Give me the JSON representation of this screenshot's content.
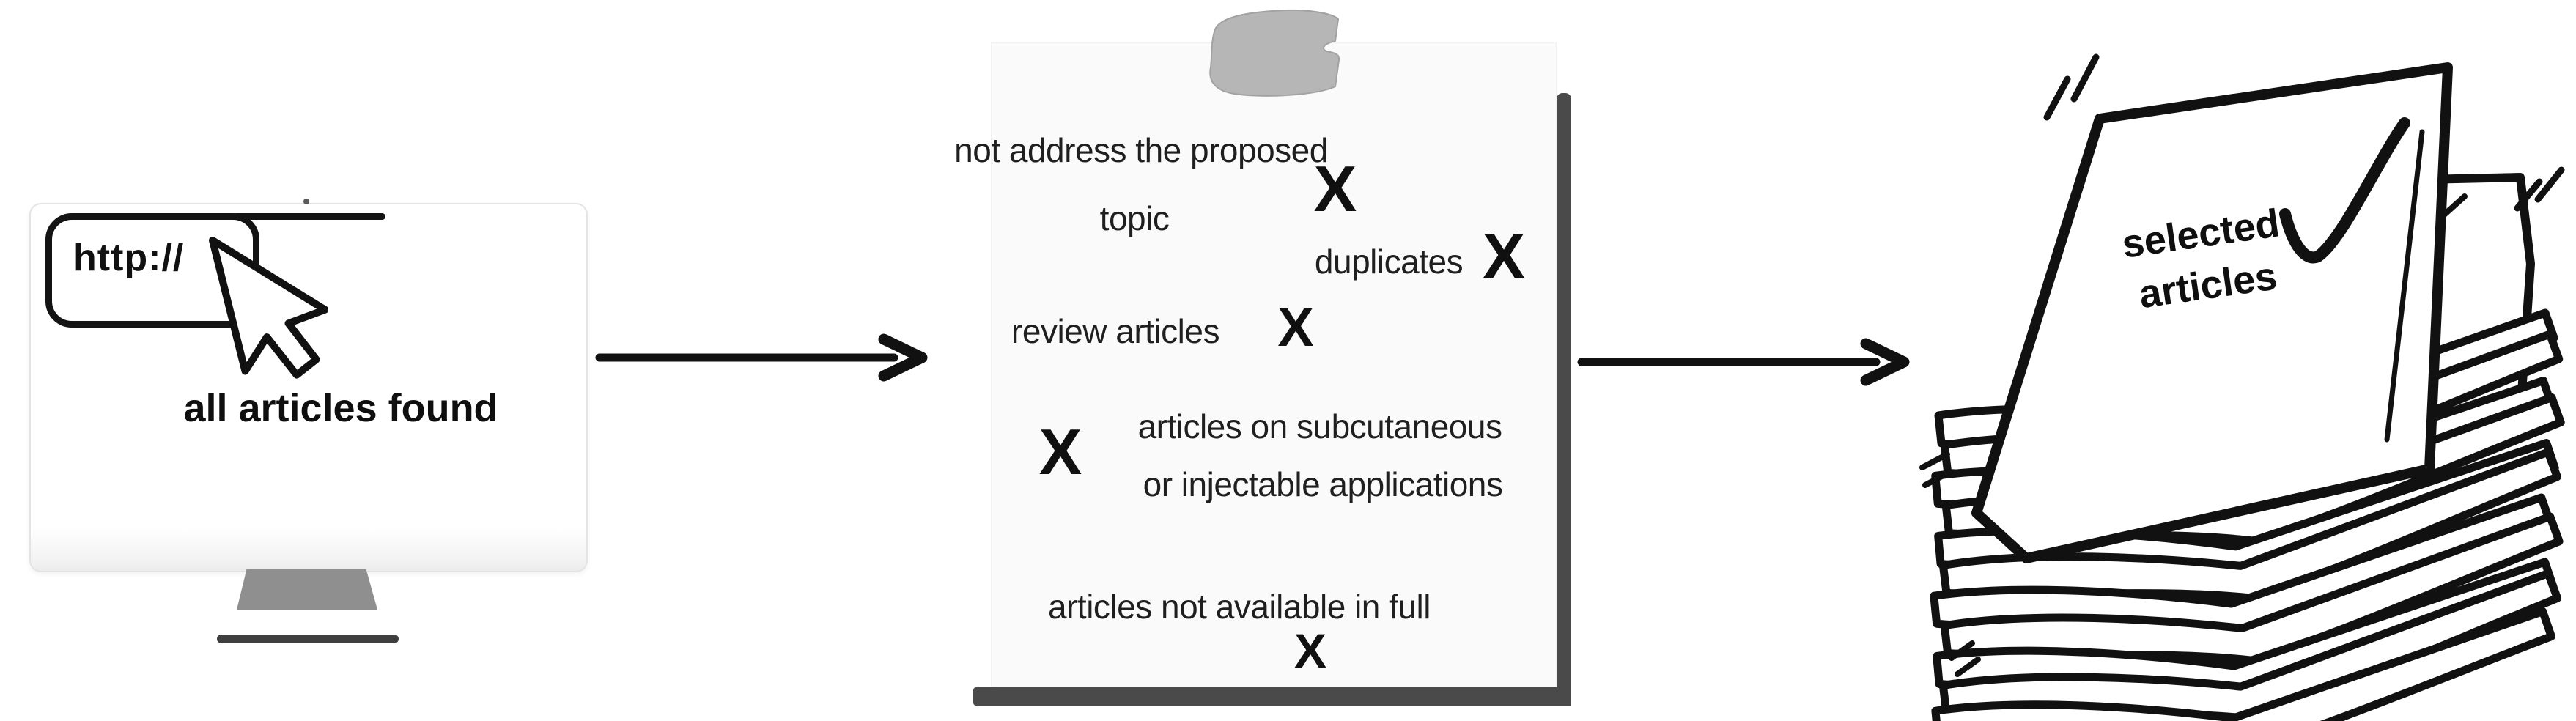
{
  "diagram": {
    "description_visible_text_only": true,
    "monitor": {
      "url_text": "http://",
      "screen_label": "all articles found"
    },
    "note": {
      "x_mark": "X",
      "items": [
        {
          "lines": [
            "not address the proposed",
            "topic"
          ]
        },
        {
          "lines": [
            "duplicates"
          ]
        },
        {
          "lines": [
            "review articles"
          ]
        },
        {
          "lines": [
            "articles on subcutaneous",
            "or injectable applications"
          ]
        },
        {
          "lines": [
            "articles not available in full"
          ]
        }
      ]
    },
    "stack": {
      "lines": [
        "selected",
        "articles"
      ]
    },
    "colors": {
      "ink": "#111111",
      "note_shadow": "#4a4a4a",
      "tape_gray": "#b6b6b6",
      "stand_gray": "#8f8f8f",
      "background": "#ffffff"
    }
  }
}
